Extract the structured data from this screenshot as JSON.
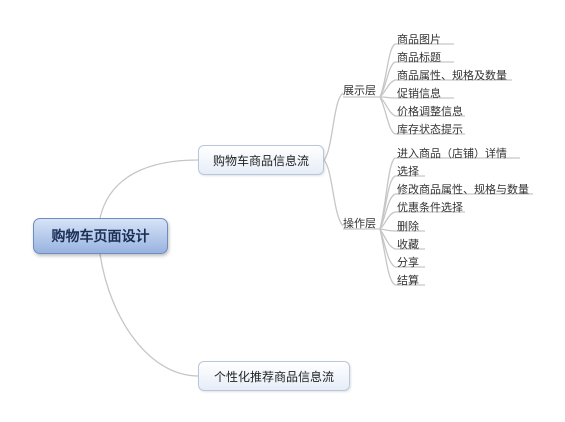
{
  "root": {
    "label": "购物车页面设计"
  },
  "branches": [
    {
      "label": "购物车商品信息流",
      "children": [
        {
          "label": "展示层",
          "items": [
            "商品图片",
            "商品标题",
            "商品属性、规格及数量",
            "促销信息",
            "价格调整信息",
            "库存状态提示"
          ]
        },
        {
          "label": "操作层",
          "items": [
            "进入商品（店铺）详情",
            "选择",
            "修改商品属性、规格与数量",
            "优惠条件选择",
            "删除",
            "收藏",
            "分享",
            "结算"
          ]
        }
      ]
    },
    {
      "label": "个性化推荐商品信息流"
    }
  ],
  "colors": {
    "root_fill": "#98b3e0",
    "root_border": "#6f8cc0",
    "node_border": "#b9c7dd",
    "link": "#c6c6c6"
  }
}
